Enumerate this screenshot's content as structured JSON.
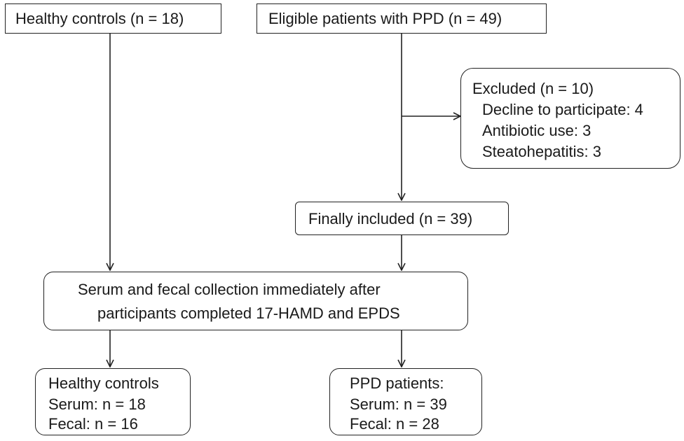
{
  "boxes": {
    "healthy_controls": {
      "label": "Healthy controls (n = 18)"
    },
    "eligible": {
      "label": "Eligible patients with PPD (n = 49)"
    },
    "excluded": {
      "title": "Excluded (n = 10)",
      "items": [
        "Decline to participate: 4",
        "Antibiotic use: 3",
        "Steatohepatitis: 3"
      ]
    },
    "finally_included": {
      "label": "Finally included (n = 39)"
    },
    "collection": {
      "lines": [
        "Serum and fecal collection immediately after",
        "participants completed 17-HAMD and EPDS"
      ]
    },
    "hc_result": {
      "lines": [
        "Healthy controls",
        "Serum: n = 18",
        "Fecal: n = 16"
      ]
    },
    "ppd_result": {
      "lines": [
        "PPD patients:",
        "Serum: n = 39",
        "Fecal: n = 28"
      ]
    }
  }
}
